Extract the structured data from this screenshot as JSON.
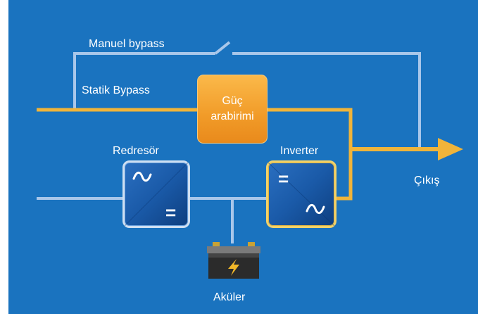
{
  "labels": {
    "manual_bypass": "Manuel bypass",
    "static_bypass": "Statik Bypass",
    "power_interface": [
      "Güç",
      "arabirimi"
    ],
    "rectifier": "Redresör",
    "inverter": "Inverter",
    "output": "Çıkış",
    "batteries": "Aküler"
  },
  "symbols": {
    "ac": "~",
    "dc": "="
  },
  "colors": {
    "background": "#1a73bf",
    "line_light": "#a9c7ea",
    "line_gold": "#f0b43a",
    "box_orange": "#f5a431"
  }
}
